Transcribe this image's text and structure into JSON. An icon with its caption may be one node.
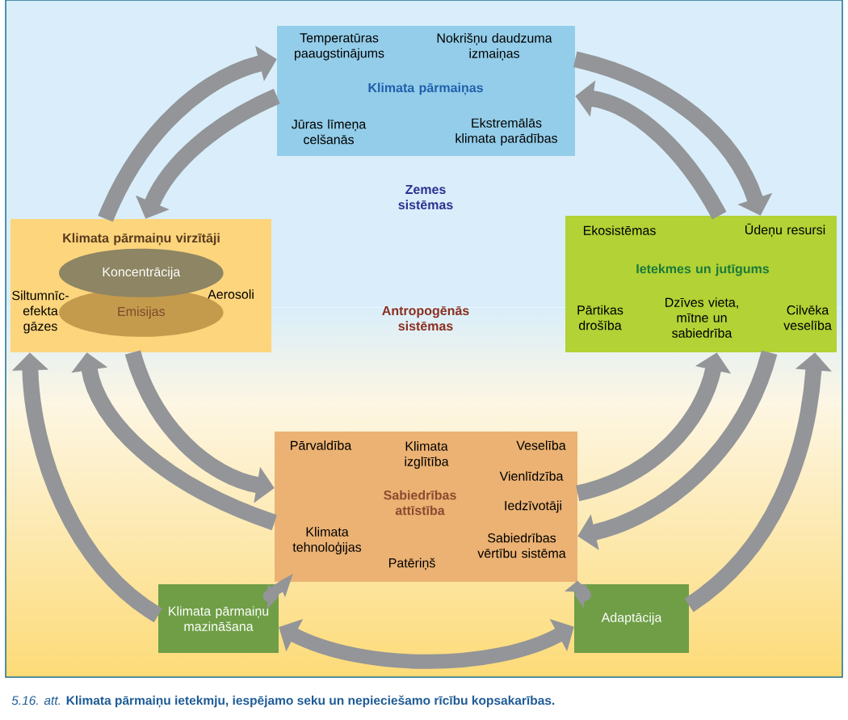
{
  "diagram": {
    "caption": "*5.16. att.* **Klimata pārmaiņu ietekmju, iespējamo seku un nepieciešamo rīcību kopsakarības.**",
    "nodes": [
      {
        "text": [
          "Temperatūras paaugstinājums",
          "Nokrišņu daudzuma izmaiņas",
          "Klimata pārmaiņas",
          "Jūras līmeņa celšanās",
          "Ekstremālās klimata parādības"
        ]
      },
      {
        "text": [
          "Klimata pārmaiņu virzītāji",
          "Siltumnīc-efekta gāzes",
          "Aerosoli"
        ]
      },
      {
        "text": [
          "Koncentrācija"
        ],
        "in": 1
      },
      {
        "text": [
          "Emisijas"
        ],
        "in": 1
      },
      {
        "text": [
          "Ekosistēmas",
          "Ūdeņu resursi",
          "Ietekmes un jutīgums",
          "Pārtikas drošība",
          "Dzīves vieta, mītne un sabiedrība",
          "Cilvēka veselība"
        ]
      },
      {
        "text": [
          "Pārvaldība",
          "Klimata izglītība",
          "Veselība",
          "Sabiedrības attīstība",
          "Vienlīdzība",
          "Iedzīvotāji",
          "Klimata tehnoloģijas",
          "Sabiedrības vērtību sistēma",
          "Patēriņš"
        ]
      },
      {
        "text": [
          "Klimata pārmaiņu mazināšana"
        ]
      },
      {
        "text": [
          "Adaptācija"
        ]
      }
    ],
    "edges": [
      {
        "from": 1,
        "to": 0,
        "arrow": "to"
      },
      {
        "from": 0,
        "to": 1,
        "arrow": "to"
      },
      {
        "from": 0,
        "to": 4,
        "arrow": "to"
      },
      {
        "from": 4,
        "to": 0,
        "arrow": "to"
      },
      {
        "from": 6,
        "to": 1,
        "arrow": "to"
      },
      {
        "from": 5,
        "to": 1,
        "arrow": "to"
      },
      {
        "from": 1,
        "to": 5,
        "arrow": "to"
      },
      {
        "from": 4,
        "to": 5,
        "arrow": "to"
      },
      {
        "from": 5,
        "to": 4,
        "arrow": "to"
      },
      {
        "from": 7,
        "to": 4,
        "arrow": "to"
      },
      {
        "from": 5,
        "to": 6,
        "arrow": "both"
      },
      {
        "from": 5,
        "to": 7,
        "arrow": "both"
      },
      {
        "from": 6,
        "to": 7,
        "arrow": "both"
      }
    ],
    "labels": [
      "Zemes sistēmas",
      "Antropogēnās sistēmas"
    ]
  }
}
